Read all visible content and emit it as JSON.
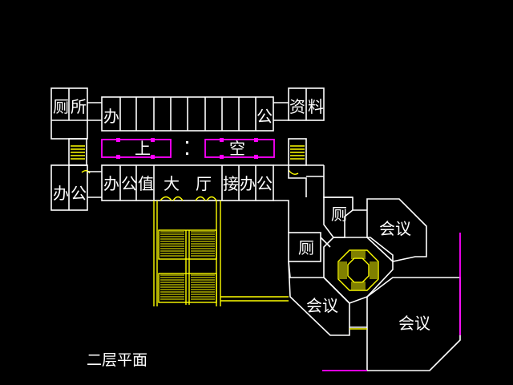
{
  "drawing": {
    "caption": "二层平面",
    "colors": {
      "background": "#000000",
      "wall": "#ffffff",
      "stair": "#ffff00",
      "void": "#ff00ff"
    }
  },
  "labels": {
    "restroom_nw": [
      "厕",
      "所"
    ],
    "archive": [
      "资",
      "料"
    ],
    "office_top_left": "办",
    "office_top_right": "公",
    "void_text": [
      "上",
      "空"
    ],
    "office_west": [
      "办",
      "公"
    ],
    "lobby_row": [
      "办",
      "公",
      "值",
      "大",
      "厅",
      "接",
      "办",
      "公"
    ],
    "restroom_e1": "厕",
    "restroom_e2": "厕",
    "meeting_ne": "会议",
    "meeting_sw": "会议",
    "meeting_se": "会议"
  }
}
